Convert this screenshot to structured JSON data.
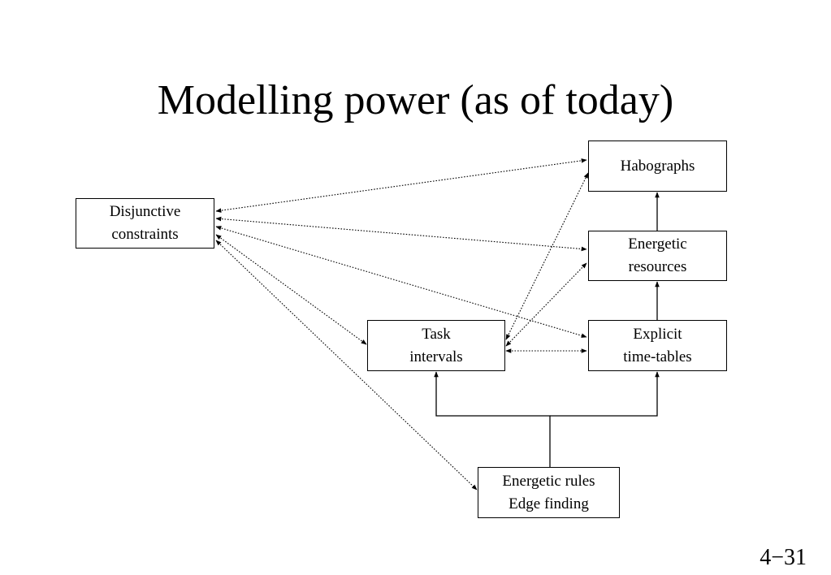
{
  "slide": {
    "title": "Modelling power (as of today)",
    "page_number": "4−31"
  },
  "nodes": {
    "habographs": {
      "lines": [
        "Habographs"
      ]
    },
    "disjunctive": {
      "lines": [
        "Disjunctive",
        "constraints"
      ]
    },
    "energetic_resources": {
      "lines": [
        "Energetic",
        "resources"
      ]
    },
    "task_intervals": {
      "lines": [
        "Task",
        "intervals"
      ]
    },
    "explicit_timetables": {
      "lines": [
        "Explicit",
        "time-tables"
      ]
    },
    "energetic_rules": {
      "lines": [
        "Energetic rules",
        "Edge finding"
      ]
    }
  },
  "edges": [
    {
      "from": "Disjunctive constraints",
      "to": "Habographs",
      "style": "dotted",
      "arrows": "both"
    },
    {
      "from": "Disjunctive constraints",
      "to": "Energetic resources",
      "style": "dotted",
      "arrows": "both"
    },
    {
      "from": "Disjunctive constraints",
      "to": "Explicit time-tables",
      "style": "dotted",
      "arrows": "both"
    },
    {
      "from": "Disjunctive constraints",
      "to": "Task intervals",
      "style": "dotted",
      "arrows": "both"
    },
    {
      "from": "Disjunctive constraints",
      "to": "Energetic rules / Edge finding",
      "style": "dotted",
      "arrows": "both"
    },
    {
      "from": "Task intervals",
      "to": "Habographs",
      "style": "dotted",
      "arrows": "both"
    },
    {
      "from": "Task intervals",
      "to": "Energetic resources",
      "style": "dotted",
      "arrows": "both"
    },
    {
      "from": "Task intervals",
      "to": "Explicit time-tables",
      "style": "dotted",
      "arrows": "both"
    },
    {
      "from": "Energetic resources",
      "to": "Habographs",
      "style": "solid",
      "arrows": "to"
    },
    {
      "from": "Explicit time-tables",
      "to": "Energetic resources",
      "style": "solid",
      "arrows": "to"
    },
    {
      "from": "Energetic rules / Edge finding",
      "to": "Task intervals",
      "style": "solid",
      "arrows": "to"
    },
    {
      "from": "Energetic rules / Edge finding",
      "to": "Explicit time-tables",
      "style": "solid",
      "arrows": "to"
    }
  ],
  "colors": {
    "background": "#ffffff",
    "ink": "#000000"
  }
}
